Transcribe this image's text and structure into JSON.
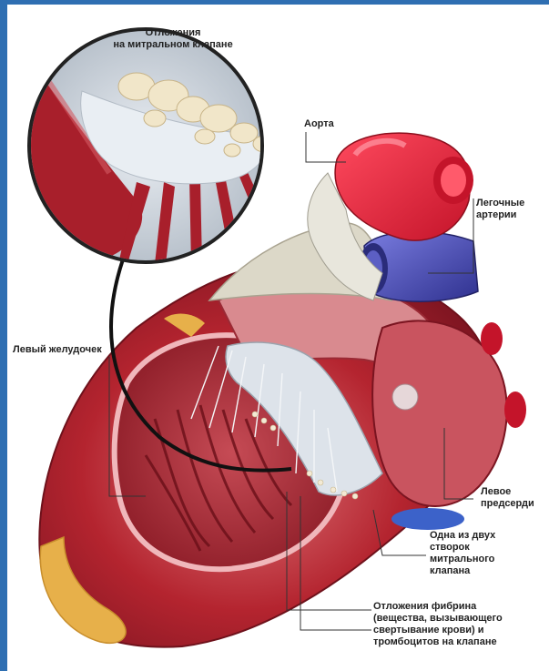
{
  "labels": {
    "deposits_mitral": "Отложения\nна митральном клапане",
    "aorta": "Аорта",
    "pulmonary_arteries": "Легочные\nартерии",
    "left_ventricle": "Левый желудочек",
    "left_atrium": "Левое\nпредсерди",
    "mitral_leaflet": "Одна из двух\nстворок\nмитрального\nклапана",
    "fibrin_deposits": "Отложения фибрина\n(вещества, вызывающего\nсвертывание крови) и\nтромбоцитов на клапане"
  },
  "colors": {
    "frame_blue": "#2f6fb2",
    "aorta_red": "#e6243a",
    "pulmonary_blue": "#4f52b5",
    "muscle_red": "#b4242f",
    "fat_yellow": "#e7b04a",
    "valve_white": "#dde3ea"
  }
}
